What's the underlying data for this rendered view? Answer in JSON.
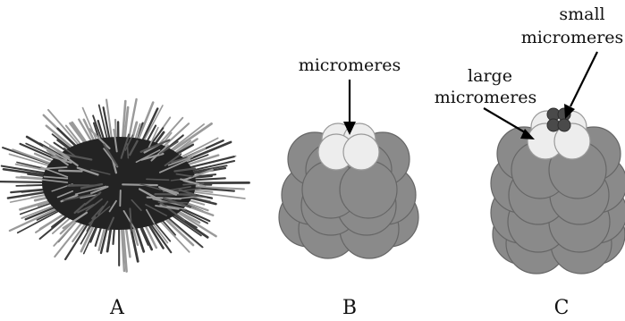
{
  "panels": [
    {
      "id": "A",
      "label": "A"
    },
    {
      "id": "B",
      "label": "B"
    },
    {
      "id": "C",
      "label": "C"
    }
  ],
  "annotations": {
    "b_micromeres": "micromeres",
    "c_large": [
      "large",
      "micromeres"
    ],
    "c_small": [
      "small",
      "micromeres"
    ]
  },
  "colors": {
    "background": "#ffffff",
    "macromere": "#8a8a8a",
    "macromere_outline": "#666666",
    "micromere": "#ededed",
    "small_micromere": "#4a4a4a",
    "urchin_body": "#222222",
    "spine_light": "#9a9a9a",
    "spine_dark": "#3c3c3c"
  }
}
